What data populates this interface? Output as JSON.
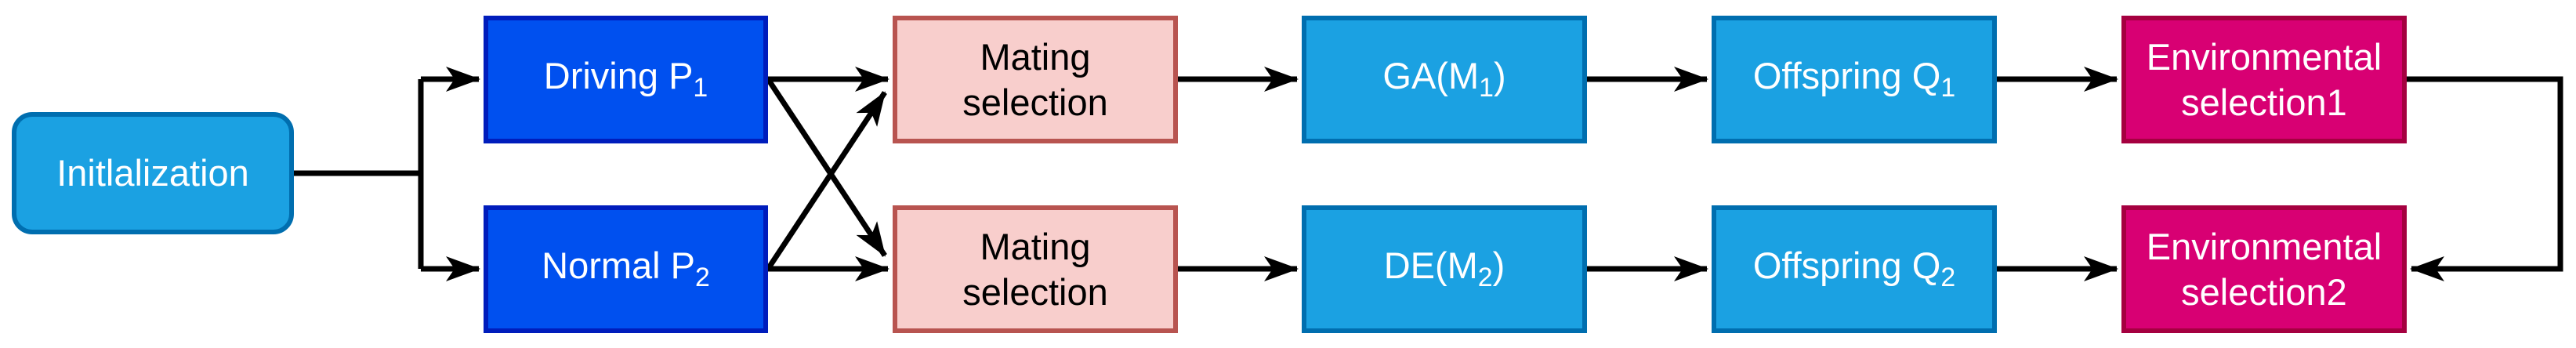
{
  "canvas": {
    "background": "#ffffff"
  },
  "colors": {
    "arrow": "#000000",
    "lightblue_fill": "#1ba1e2",
    "lightblue_stroke": "#006eaf",
    "royal_fill": "#0050ef",
    "royal_stroke": "#001dbc",
    "pink_fill": "#f8cecc",
    "pink_stroke": "#b85450",
    "magenta_fill": "#d80073",
    "magenta_stroke": "#a50040",
    "text_light": "#ffffff",
    "text_dark": "#000000"
  },
  "nodes": {
    "initialization": {
      "label": "Initlalization"
    },
    "driving_p1": {
      "pre": "Driving P",
      "sub": "1",
      "post": ""
    },
    "normal_p2": {
      "pre": "Normal P",
      "sub": "2",
      "post": ""
    },
    "mating_selection_1": {
      "line1": "Mating",
      "line2": "selection"
    },
    "mating_selection_2": {
      "line1": "Mating",
      "line2": "selection"
    },
    "ga_m1": {
      "pre": "GA(M",
      "sub": "1",
      "post": ")"
    },
    "de_m2": {
      "pre": "DE(M",
      "sub": "2",
      "post": ")"
    },
    "offspring_q1": {
      "pre": "Offspring Q",
      "sub": "1",
      "post": ""
    },
    "offspring_q2": {
      "pre": "Offspring Q",
      "sub": "2",
      "post": ""
    },
    "environmental_selection_1": {
      "line1": "Environmental",
      "line2": "selection1"
    },
    "environmental_selection_2": {
      "line1": "Environmental",
      "line2": "selection2"
    }
  }
}
